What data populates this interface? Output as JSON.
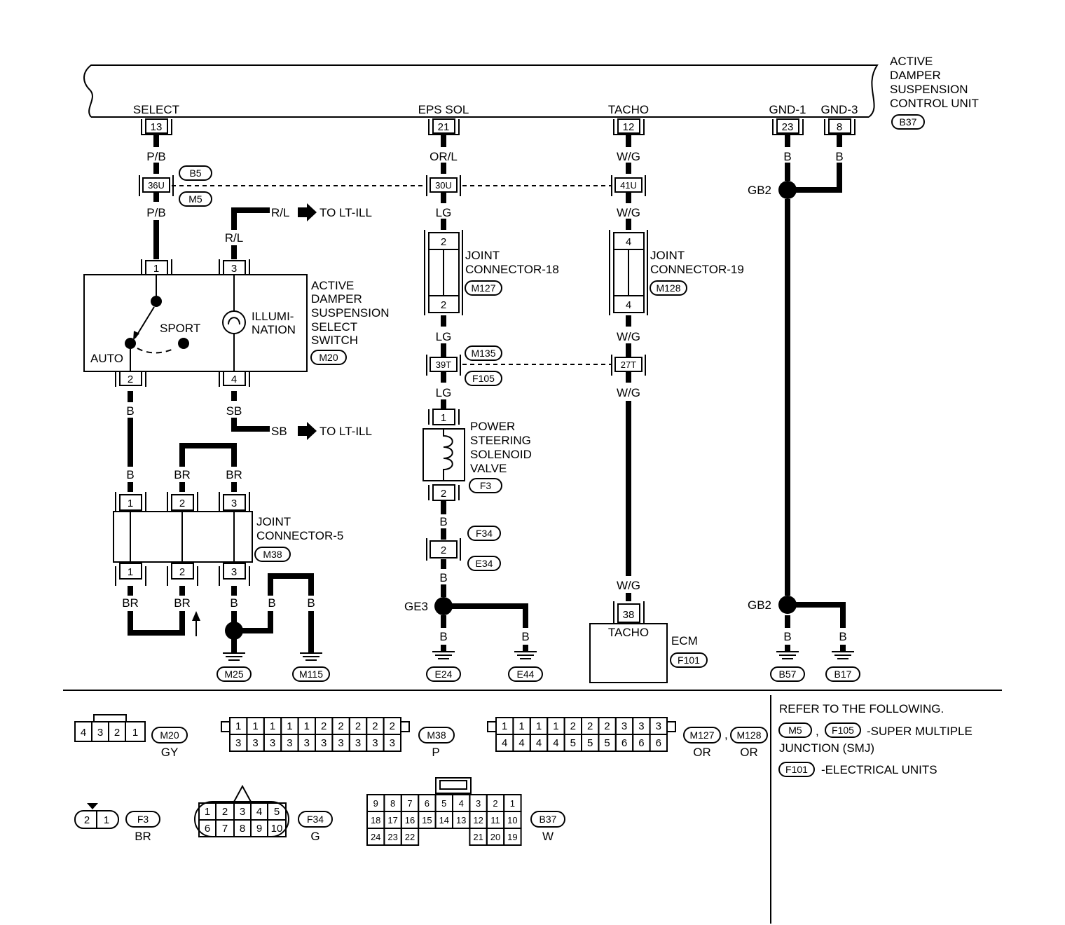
{
  "control_unit": {
    "name_lines": [
      "ACTIVE",
      "DAMPER",
      "SUSPENSION",
      "CONTROL UNIT"
    ],
    "ref": "B37",
    "terminals": [
      {
        "label": "SELECT",
        "pin": "13"
      },
      {
        "label": "EPS SOL",
        "pin": "21"
      },
      {
        "label": "TACHO",
        "pin": "12"
      },
      {
        "label": "GND-1",
        "pin": "23"
      },
      {
        "label": "GND-3",
        "pin": "8"
      }
    ]
  },
  "wire_colors": {
    "p_b": "P/B",
    "or_l": "OR/L",
    "w_g": "W/G",
    "b": "B",
    "lg": "LG",
    "r_l": "R/L",
    "sb": "SB",
    "br": "BR"
  },
  "harness_connector_1": {
    "pins": [
      "36U",
      "30U",
      "41U"
    ],
    "refs": [
      "B5",
      "M5"
    ]
  },
  "harness_connector_2": {
    "pins": [
      "39T",
      "27T"
    ],
    "refs": [
      "M135",
      "F105"
    ]
  },
  "to_lt_ill": "TO LT-ILL",
  "select_switch": {
    "name_lines": [
      "ACTIVE",
      "DAMPER",
      "SUSPENSION",
      "SELECT",
      "SWITCH"
    ],
    "ref": "M20",
    "pins": [
      "1",
      "3",
      "2",
      "4"
    ],
    "sport": "SPORT",
    "auto": "AUTO",
    "illum_lines": [
      "ILLUMI-",
      "NATION"
    ]
  },
  "joint_connector_18": {
    "name_lines": [
      "JOINT",
      "CONNECTOR-18"
    ],
    "ref": "M127",
    "pins": [
      "2",
      "2"
    ]
  },
  "joint_connector_19": {
    "name_lines": [
      "JOINT",
      "CONNECTOR-19"
    ],
    "ref": "M128",
    "pins": [
      "4",
      "4"
    ]
  },
  "joint_connector_5": {
    "name_lines": [
      "JOINT",
      "CONNECTOR-5"
    ],
    "ref": "M38",
    "pins": [
      "1",
      "2",
      "3"
    ]
  },
  "solenoid": {
    "name_lines": [
      "POWER",
      "STEERING",
      "SOLENOID",
      "VALVE"
    ],
    "ref": "F3",
    "pins": [
      "1",
      "2"
    ]
  },
  "connector_f34_e34": {
    "pin": "2",
    "refs": [
      "F34",
      "E34"
    ]
  },
  "ground_points": {
    "ge3": "GE3",
    "gb2": "GB2"
  },
  "grounds": [
    "M25",
    "M115",
    "E24",
    "E44",
    "B57",
    "B17"
  ],
  "ecm": {
    "label": "ECM",
    "ref": "F101",
    "pin": "38",
    "terminal": "TACHO"
  },
  "legend": {
    "refer": "REFER TO THE FOLLOWING.",
    "smj_refs": [
      "M5",
      "F105"
    ],
    "smj_line1": "-SUPER MULTIPLE",
    "smj_line2": "JUNCTION (SMJ)",
    "eu_ref": "F101",
    "eu_text": "-ELECTRICAL UNITS",
    "comma": ","
  },
  "connector_views": {
    "m20": {
      "pins": [
        "4",
        "3",
        "2",
        "1"
      ],
      "ref": "M20",
      "color": "GY"
    },
    "m38": {
      "top": [
        "1",
        "1",
        "1",
        "1",
        "1",
        "2",
        "2",
        "2",
        "2",
        "2"
      ],
      "bottom": [
        "3",
        "3",
        "3",
        "3",
        "3",
        "3",
        "3",
        "3",
        "3",
        "3"
      ],
      "ref": "M38",
      "color": "P"
    },
    "m127_m128": {
      "top": [
        "1",
        "1",
        "1",
        "1",
        "2",
        "2",
        "2",
        "3",
        "3",
        "3"
      ],
      "bottom": [
        "4",
        "4",
        "4",
        "4",
        "5",
        "5",
        "5",
        "6",
        "6",
        "6"
      ],
      "refs": [
        "M127",
        "M128"
      ],
      "colors": [
        "OR",
        "OR"
      ]
    },
    "f3": {
      "pins": [
        "2",
        "1"
      ],
      "ref": "F3",
      "color": "BR"
    },
    "f34": {
      "top": [
        "1",
        "2",
        "3",
        "4",
        "5"
      ],
      "bottom": [
        "6",
        "7",
        "8",
        "9",
        "10"
      ],
      "ref": "F34",
      "color": "G"
    },
    "b37": {
      "row1": [
        "9",
        "8",
        "7",
        "6",
        "5",
        "4",
        "3",
        "2",
        "1"
      ],
      "row2": [
        "18",
        "17",
        "16",
        "15",
        "14",
        "13",
        "12",
        "11",
        "10"
      ],
      "row3_left": [
        "24",
        "23",
        "22"
      ],
      "row3_right": [
        "21",
        "20",
        "19"
      ],
      "ref": "B37",
      "color": "W"
    }
  }
}
